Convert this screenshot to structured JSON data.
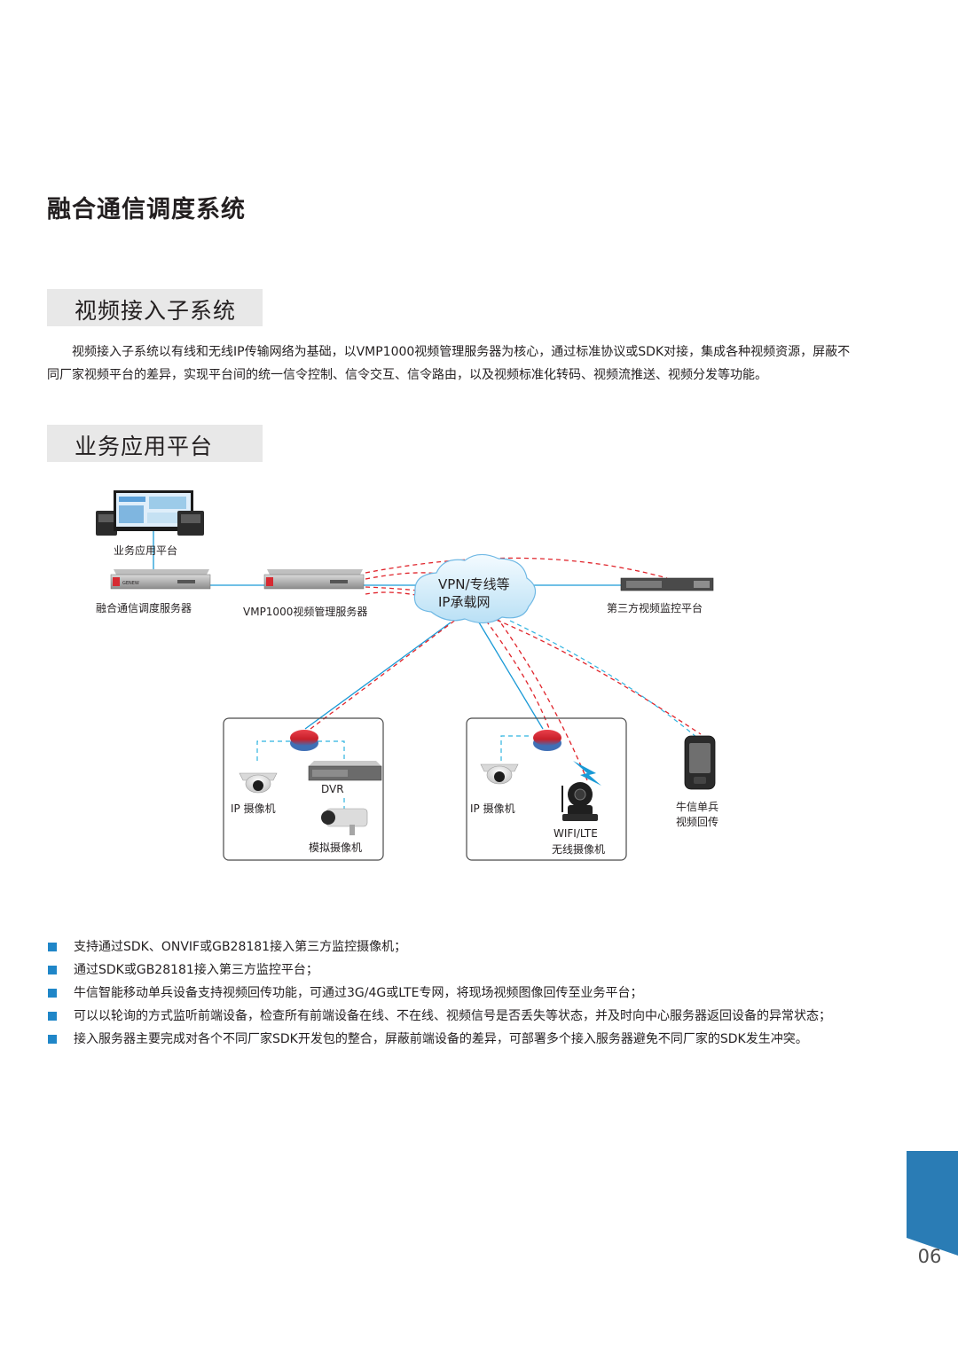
{
  "title": "融合通信调度系统",
  "section1": {
    "heading": "视频接入子系统",
    "paragraph": "视频接入子系统以有线和无线IP传输网络为基础，以VMP1000视频管理服务器为核心，通过标准协议或SDK对接，集成各种视频资源，屏蔽不同厂家视频平台的差异，实现平台间的统一信令控制、信令交互、信令路由，以及视频标准化转码、视频流推送、视频分发等功能。"
  },
  "section2": {
    "heading": "业务应用平台"
  },
  "diagram": {
    "business_platform": "业务应用平台",
    "dispatch_server": "融合通信调度服务器",
    "vmp_server": "VMP1000视频管理服务器",
    "network_line1": "VPN/专线等",
    "network_line2": "IP承载网",
    "third_party": "第三方视频监控平台",
    "ip_camera_left": "IP 摄像机",
    "dvr": "DVR",
    "analog_camera": "模拟摄像机",
    "ip_camera_right": "IP 摄像机",
    "wireless_line1": "WIFI/LTE",
    "wireless_line2": "无线摄像机",
    "soldier_line1": "牛信单兵",
    "soldier_line2": "视频回传",
    "server_brand": "GENEW"
  },
  "bullets": [
    "支持通过SDK、ONVIF或GB28181接入第三方监控摄像机；",
    "通过SDK或GB28181接入第三方监控平台；",
    "牛信智能移动单兵设备支持视频回传功能，可通过3G/4G或LTE专网，将现场视频图像回传至业务平台；",
    "可以以轮询的方式监听前端设备，检查所有前端设备在线、不在线、视频信号是否丢失等状态，并及时向中心服务器返回设备的异常状态；",
    "接入服务器主要完成对各个不同厂家SDK开发包的整合，屏蔽前端设备的差异，可部署多个接入服务器避免不同厂家的SDK发生冲突。"
  ],
  "page_number": "06",
  "colors": {
    "accent_blue": "#1f86c8",
    "link_line_blue": "#1a9ad6",
    "dashed_red": "#e0242b",
    "dashed_cyan": "#2fb3e0",
    "page_tab": "#2a7cb5",
    "section_bg": "#e8e8e8"
  }
}
